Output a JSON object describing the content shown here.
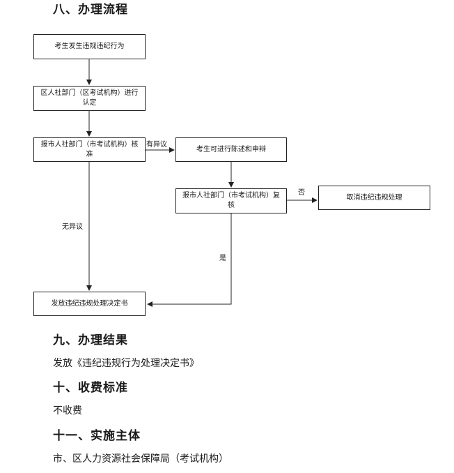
{
  "sections": {
    "s8_title": "八、办理流程",
    "s9_title": "九、办理结果",
    "s9_text": "发放《违纪违规行为处理决定书》",
    "s10_title": "十、收费标准",
    "s10_text": "不收费",
    "s11_title": "十一、实施主体",
    "s11_text": "市、区人力资源社会保障局（考试机构）"
  },
  "flowchart": {
    "box1": "考生发生违规违纪行为",
    "box2": "区人社部门（区考试机构）进行认定",
    "box3": "报市人社部门（市考试机构）核准",
    "box4": "考生可进行陈述和申辩",
    "box5": "报市人社部门（市考试机构）复核",
    "box6": "取消违纪违规处理",
    "box7": "发放违纪违规处理决定书",
    "label_objection": "有异议",
    "label_no_objection": "无异议",
    "label_no": "否",
    "label_yes": "是"
  }
}
